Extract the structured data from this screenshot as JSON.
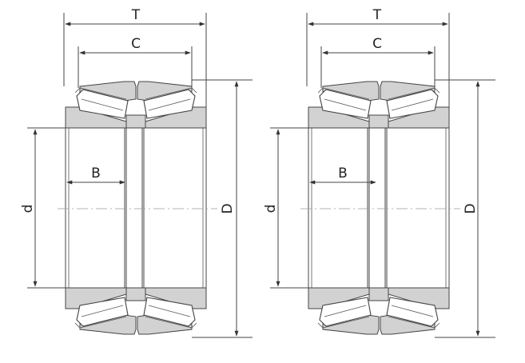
{
  "diagrams": [
    {
      "name": "left-bearing",
      "labels": {
        "T": "T",
        "C": "C",
        "B": "B",
        "d": "d",
        "D": "D"
      }
    },
    {
      "name": "right-bearing",
      "labels": {
        "T": "T",
        "C": "C",
        "B": "B",
        "d": "d",
        "D": "D"
      }
    }
  ],
  "colors": {
    "ring_fill": "#d2d2d2",
    "line": "#444444",
    "centerline": "#9a9a9a",
    "background": "#ffffff"
  }
}
